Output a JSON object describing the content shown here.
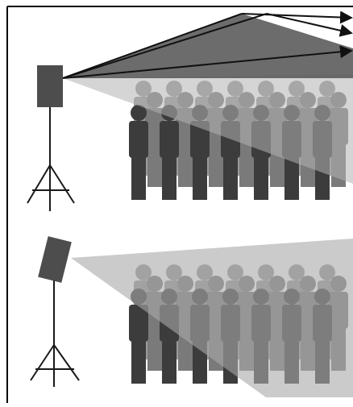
{
  "figure": {
    "panels": [
      {
        "id": "upright",
        "speaker_orientation": "level",
        "sound_beam": "shaded-wedge",
        "reflection_arrows": 3
      },
      {
        "id": "tilted",
        "speaker_orientation": "tilted-downward",
        "sound_beam": "shaded-wedge",
        "reflection_arrows": 0
      }
    ],
    "audience": {
      "rows": 3,
      "columns": 7
    },
    "colors": {
      "speaker": "#4d4d4d",
      "stand": "#1a1a1a",
      "beam_dark": "#6e6e6e",
      "beam_light": "#a9a9a9",
      "person_front": "#3c3c3c",
      "person_mid": "#7a7a7a",
      "person_back": "#9a9a9a",
      "border": "#000000"
    }
  }
}
